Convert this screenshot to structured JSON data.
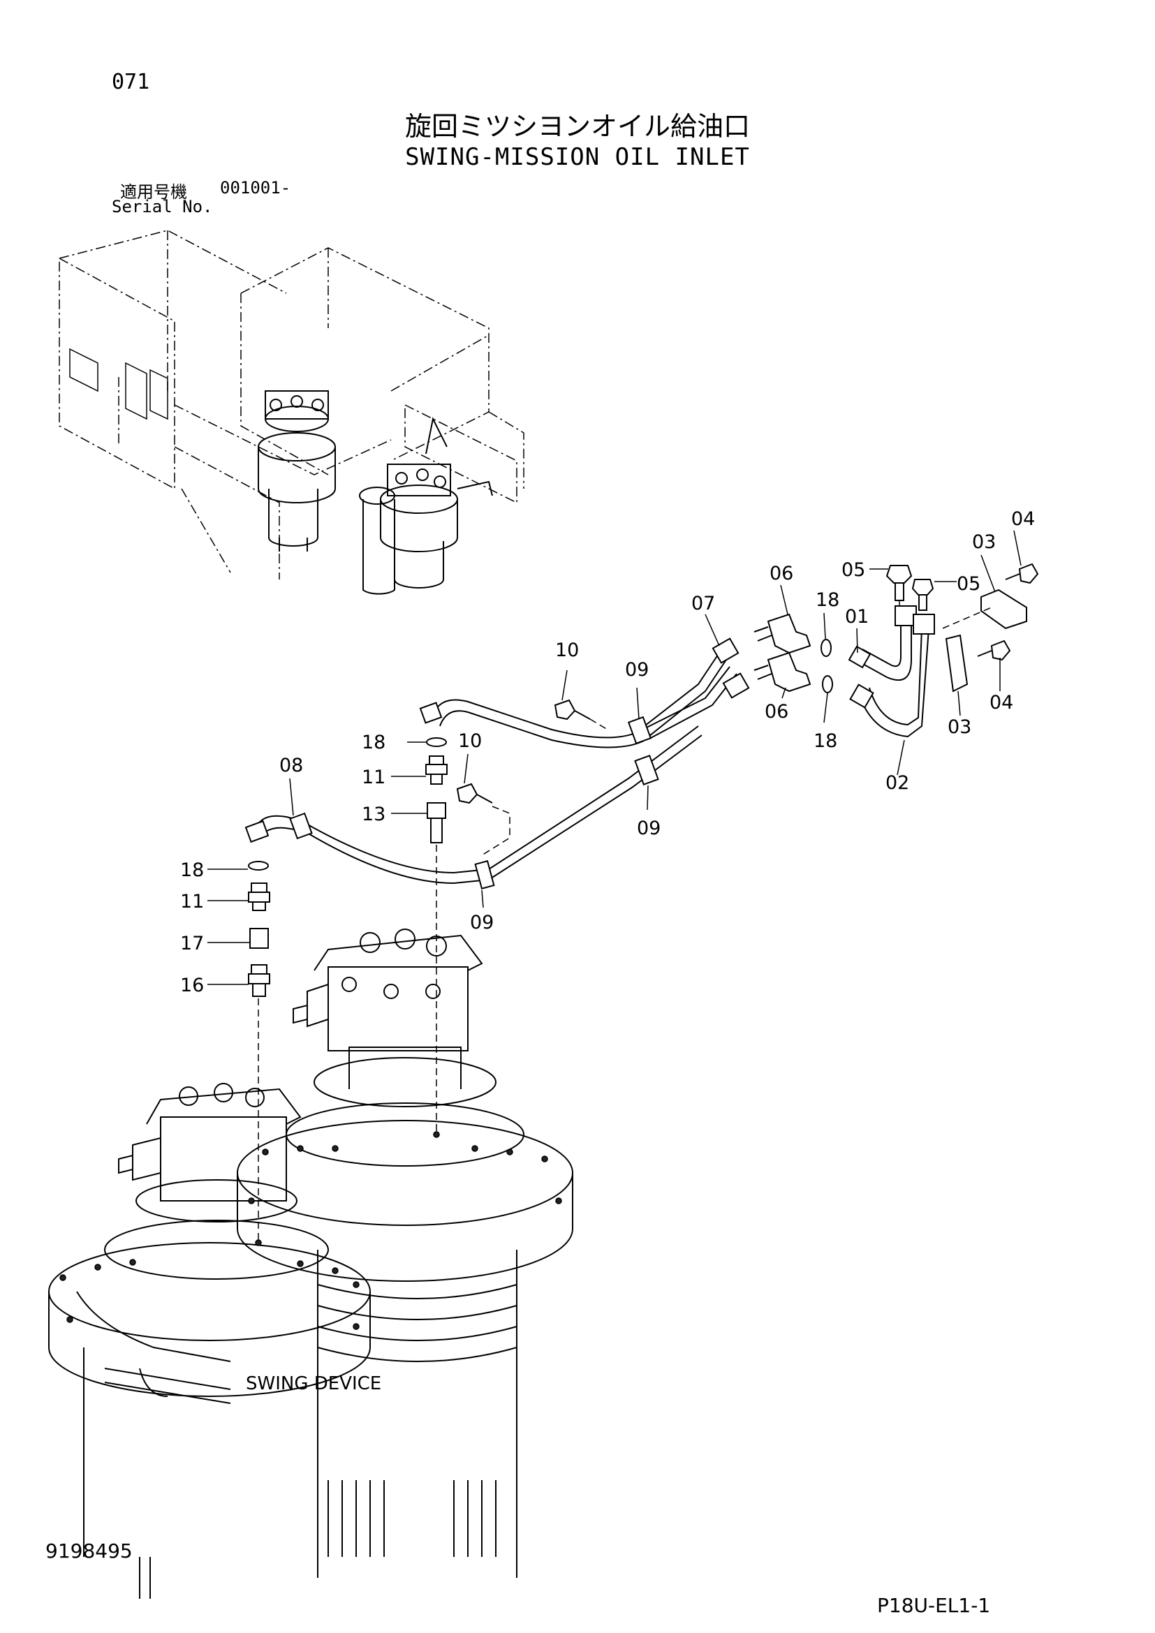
{
  "header": {
    "page_no": "071",
    "title_jp": "旋回ミツシヨンオイル給油口",
    "title_en": "SWING-MISSION OIL INLET",
    "serial_label_jp": "適用号機",
    "serial_value": "001001-",
    "serial_label_en": "Serial No."
  },
  "callouts": [
    "04",
    "03",
    "05",
    "05",
    "06",
    "18",
    "07",
    "01",
    "10",
    "09",
    "06",
    "18",
    "04",
    "03",
    "02",
    "18",
    "10",
    "08",
    "11",
    "13",
    "09",
    "18",
    "09",
    "11",
    "17",
    "16"
  ],
  "annotations": {
    "swing_device": "SWING DEVICE"
  },
  "footer": {
    "drawing_no": "9198495",
    "sheet_ref": "P18U-EL1-1"
  }
}
